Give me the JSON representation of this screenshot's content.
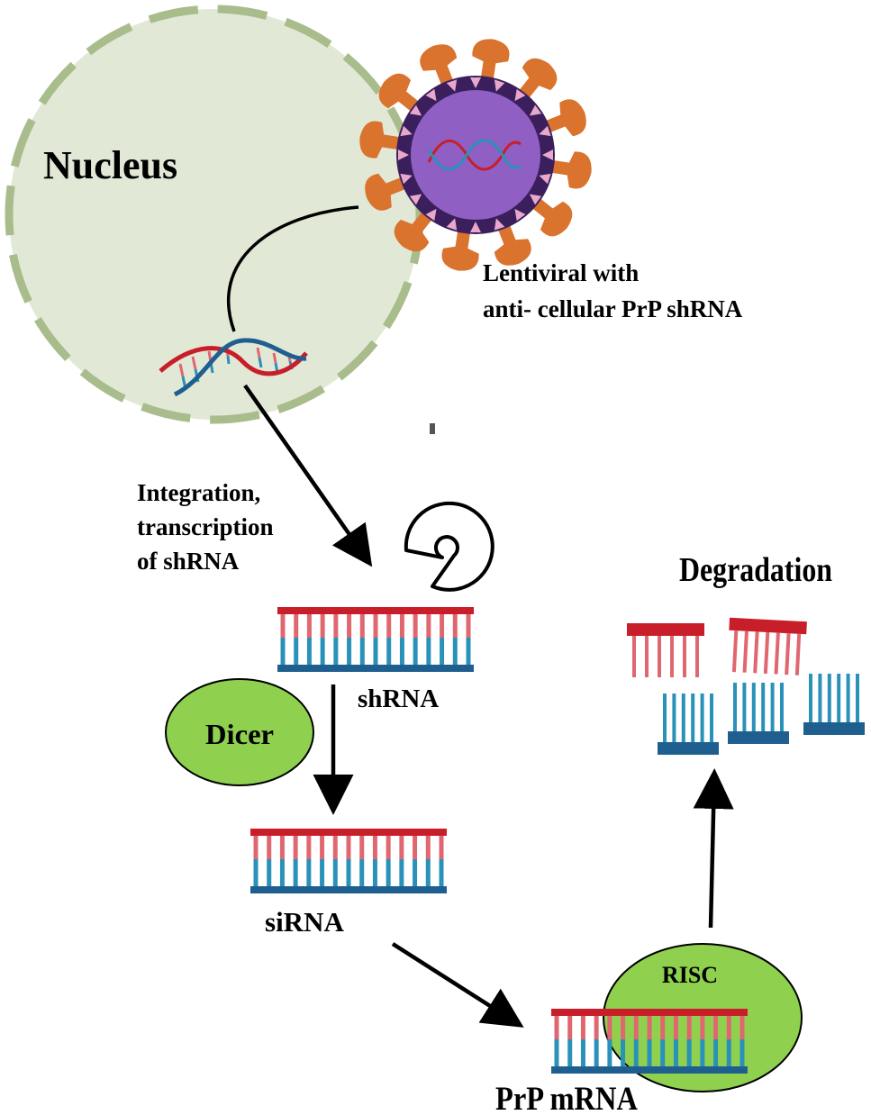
{
  "labels": {
    "nucleus": "Nucleus",
    "lentiviral_line1": "Lentiviral with",
    "lentiviral_line2": "anti- cellular PrP shRNA",
    "integration_line1": "Integration,",
    "integration_line2": "transcription",
    "integration_line3": "of shRNA",
    "degradation": "Degradation",
    "shrna": "shRNA",
    "dicer": "Dicer",
    "sirna": "siRNA",
    "risc": "RISC",
    "prp_mrna": "PrP mRNA"
  },
  "colors": {
    "nucleus_fill": "#e2e8d6",
    "nucleus_border": "#a8bc8c",
    "virus_core": "#8f5fc4",
    "virus_shell": "#3a1f5c",
    "virus_spike": "#d9732e",
    "virus_tooth": "#e8a8cc",
    "strand_red": "#c81e2a",
    "rung_red": "#e06770",
    "strand_blue": "#1f5f8f",
    "rung_blue": "#2a91b8",
    "enzyme_green": "#8fd14f",
    "arrow": "#000000"
  }
}
